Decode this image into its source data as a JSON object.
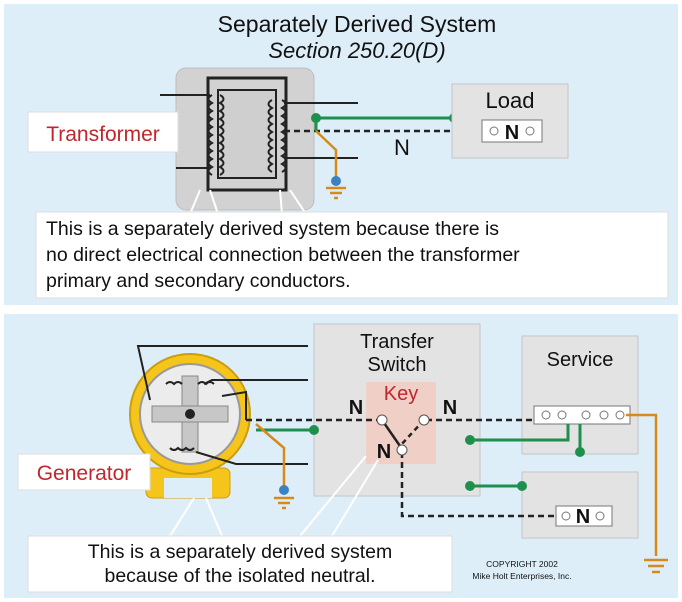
{
  "top": {
    "title": "Separately Derived System",
    "subtitle": "Section 250.20(D)",
    "transformer_label": "Transformer",
    "load_label": "Load",
    "load_neutral": "N",
    "neutral_wire_label": "N",
    "note": [
      "This is a separately derived system because there is",
      "no direct electrical connection between the transformer",
      "primary and secondary conductors."
    ]
  },
  "bottom": {
    "generator_label": "Generator",
    "switch_label_1": "Transfer",
    "switch_label_2": "Switch",
    "key_label": "Key",
    "switch_n_left": "N",
    "switch_n_right": "N",
    "switch_n_lower": "N",
    "service_label": "Service",
    "load_neutral": "N",
    "note": [
      "This is a separately derived system",
      "because of the isolated neutral."
    ],
    "copyright_1": "COPYRIGHT 2002",
    "copyright_2": "Mike Holt Enterprises, Inc."
  },
  "colors": {
    "panel_bg": "#deeef8",
    "box_gray": "#e3e3e3",
    "key_bg": "#efcfc6",
    "label_red": "#c0272d",
    "green": "#1f8f4e",
    "ground_orange": "#d68a1a",
    "generator_yellow": "#f6c51b"
  }
}
